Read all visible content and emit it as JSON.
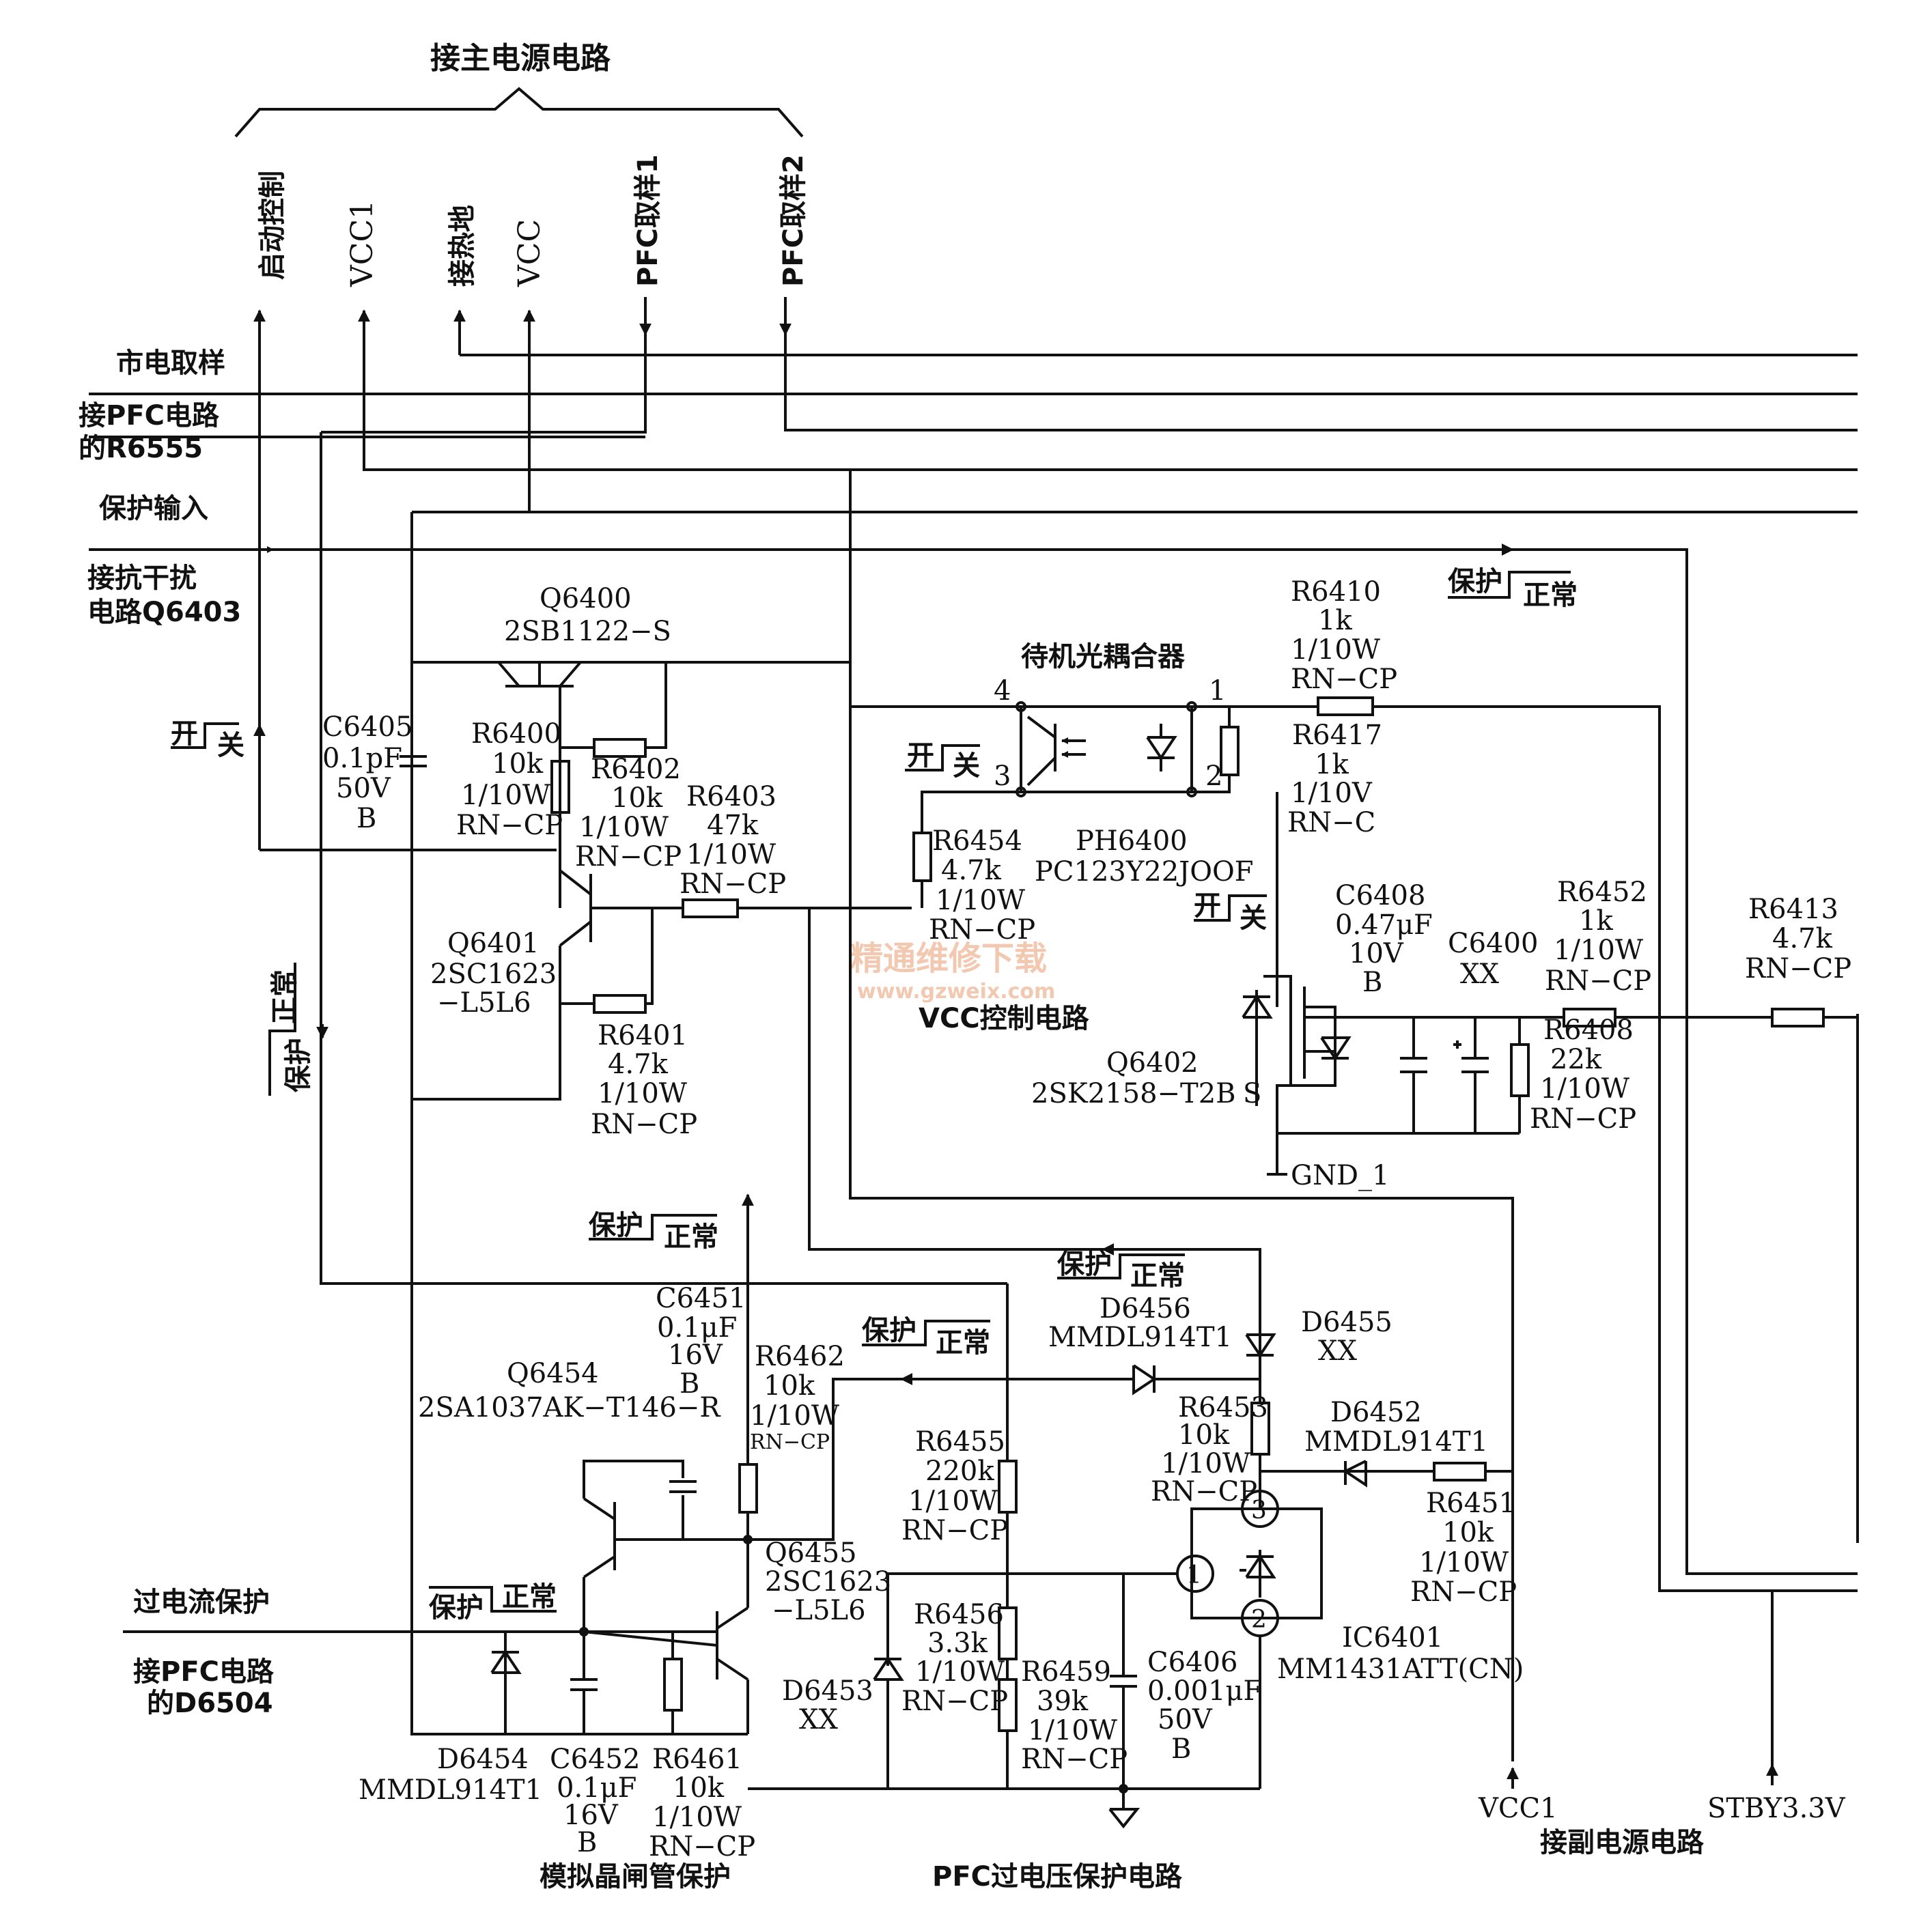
{
  "labels": {
    "main_power": "接主电源电路",
    "start_ctrl": "启动控制",
    "vcc1_top": "VCC1",
    "hot_gnd": "接热地",
    "vcc_top": "VCC",
    "pfc1": "PFC取样1",
    "pfc2": "PFC取样2",
    "mains": "市电取样",
    "to_pfc_r6555_1": "接PFC电路",
    "to_pfc_r6555_2": "的R6555",
    "prot_in": "保护输入",
    "anti_1": "接抗干扰",
    "anti_2": "电路Q6403",
    "to_pfc_d6504_1": "接PFC电路",
    "to_pfc_d6504_2": "的D6504",
    "overcurrent": "过电流保护",
    "vcc_ctrl": "VCC控制电路",
    "standby_opto": "待机光耦合器",
    "scr_prot": "模拟晶闸管保护",
    "pfc_ov": "PFC过电压保护电路",
    "aux_power": "接副电源电路",
    "vcc1_bottom": "VCC1",
    "stby": "STBY3.3V",
    "gnd1": "GND_1",
    "pin_s": "S"
  },
  "state_tags": {
    "open": "开",
    "close": "关",
    "protect": "保护",
    "normal": "正常"
  },
  "components": {
    "q6400": [
      "Q6400",
      "2SB1122−S"
    ],
    "q6401": [
      "Q6401",
      "2SC1623",
      "−L5L6"
    ],
    "q6402": [
      "Q6402",
      "2SK2158−T2B"
    ],
    "q6454": [
      "Q6454",
      "2SA1037AK−T146−R"
    ],
    "q6455": [
      "Q6455",
      "2SC1623",
      "−L5L6"
    ],
    "ph6400": [
      "PH6400",
      "PC123Y22JOOF"
    ],
    "c6405": [
      "C6405",
      "0.1pF",
      "50V",
      "B"
    ],
    "r6400": [
      "R6400",
      "10k",
      "1/10W",
      "RN−CP"
    ],
    "r6402": [
      "R6402",
      "10k",
      "1/10W",
      "RN−CP"
    ],
    "r6403": [
      "R6403",
      "47k",
      "1/10W",
      "RN−CP"
    ],
    "r6401": [
      "R6401",
      "4.7k",
      "1/10W",
      "RN−CP"
    ],
    "r6454": [
      "R6454",
      "4.7k",
      "1/10W",
      "RN−CP"
    ],
    "r6410": [
      "R6410",
      "1k",
      "1/10W",
      "RN−CP"
    ],
    "r6417": [
      "R6417",
      "1k",
      "1/10V",
      "RN−C"
    ],
    "c6408": [
      "C6408",
      "0.47μF",
      "10V",
      "B"
    ],
    "c6400": [
      "C6400",
      "XX"
    ],
    "r6452": [
      "R6452",
      "1k",
      "1/10W",
      "RN−CP"
    ],
    "r6408": [
      "R6408",
      "22k",
      "1/10W",
      "RN−CP"
    ],
    "r6413": [
      "R6413",
      "4.7k",
      "RN−CP"
    ],
    "c6451": [
      "C6451",
      "0.1μF",
      "16V",
      "B"
    ],
    "r6462": [
      "R6462",
      "10k",
      "1/10W",
      "RN−CP"
    ],
    "r6455": [
      "R6455",
      "220k",
      "1/10W",
      "RN−CP"
    ],
    "d6456": [
      "D6456",
      "MMDL914T1"
    ],
    "d6455": [
      "D6455",
      "XX"
    ],
    "r6453": [
      "R6453",
      "10k",
      "1/10W",
      "RN−CP"
    ],
    "d6452": [
      "D6452",
      "MMDL914T1"
    ],
    "r6451": [
      "R6451",
      "10k",
      "1/10W",
      "RN−CP"
    ],
    "r6456": [
      "R6456",
      "3.3k",
      "1/10W",
      "RN−CP"
    ],
    "r6459": [
      "R6459",
      "39k",
      "1/10W",
      "RN−CP"
    ],
    "c6406": [
      "C6406",
      "0.001μF",
      "50V",
      "B"
    ],
    "ic6401": [
      "IC6401",
      "MM1431ATT(CN)"
    ],
    "d6453": [
      "D6453",
      "XX"
    ],
    "d6454": [
      "D6454",
      "MMDL914T1"
    ],
    "c6452": [
      "C6452",
      "0.1μF",
      "16V",
      "B"
    ],
    "r6461": [
      "R6461",
      "10k",
      "1/10W",
      "RN−CP"
    ]
  },
  "pins": {
    "p1": "1",
    "p2": "2",
    "p3": "3",
    "p4": "4",
    "ic1": "1",
    "ic2": "2",
    "ic3": "3"
  },
  "watermark": {
    "cn": "精通维修下载",
    "url": "www.gzweix.com"
  }
}
